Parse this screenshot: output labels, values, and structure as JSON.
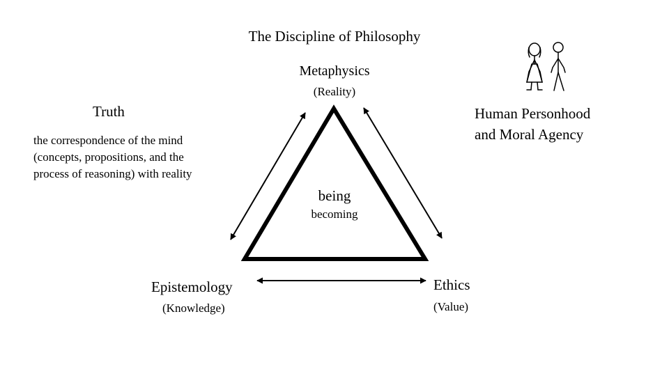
{
  "title": "The Discipline of Philosophy",
  "nodes": {
    "metaphysics": {
      "label": "Metaphysics",
      "sublabel": "(Reality)"
    },
    "epistemology": {
      "label": "Epistemology",
      "sublabel": "(Knowledge)"
    },
    "ethics": {
      "label": "Ethics",
      "sublabel": "(Value)"
    }
  },
  "center": {
    "label": "being",
    "sublabel": "becoming"
  },
  "truth": {
    "heading": "Truth",
    "description": "the correspondence of the mind (concepts, propositions, and the process of reasoning) with reality"
  },
  "personhood": {
    "line1": "Human Personhood",
    "line2": "and Moral Agency"
  },
  "illustration": "woman-and-man-stick-figures-icon"
}
